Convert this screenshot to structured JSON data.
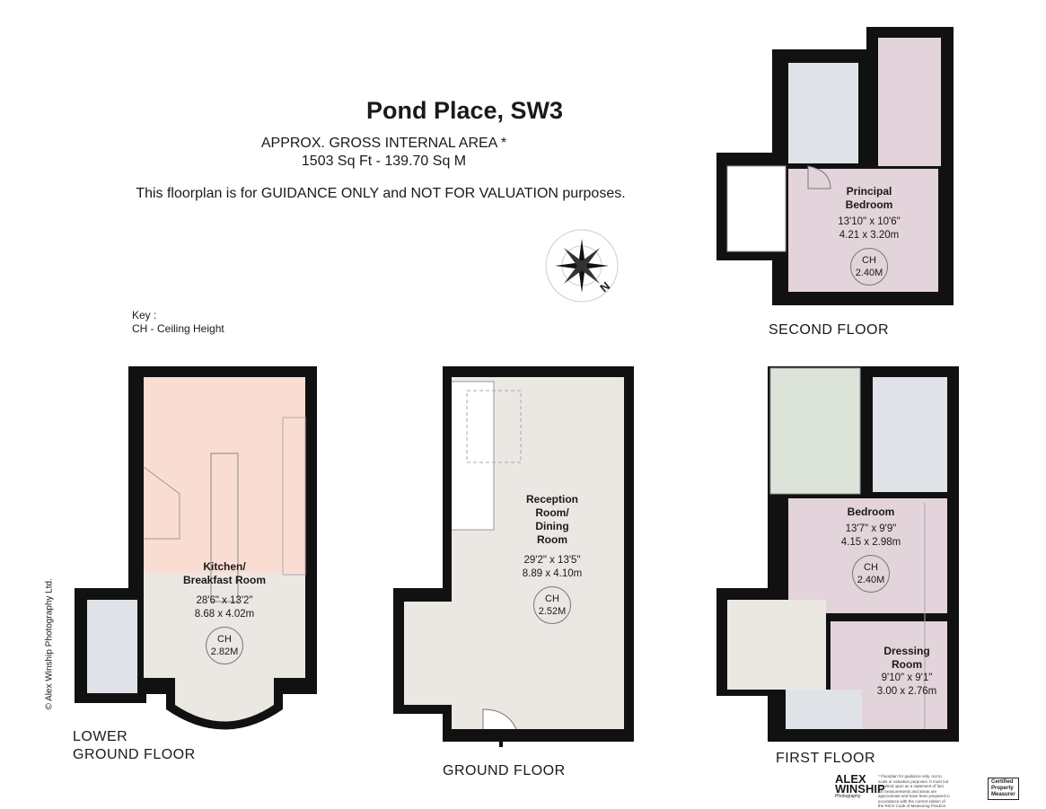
{
  "header": {
    "title": "Pond Place, SW3",
    "area_label": "APPROX. GROSS INTERNAL  AREA *",
    "area_value": "1503 Sq Ft  -  139.70 Sq M",
    "guidance": "This floorplan is for GUIDANCE ONLY and NOT FOR VALUATION purposes."
  },
  "key": {
    "title": "Key :",
    "entry": "CH - Ceiling Height"
  },
  "floors": {
    "lower_ground": "LOWER\nGROUND FLOOR",
    "ground": "GROUND FLOOR",
    "first": "FIRST FLOOR",
    "second": "SECOND FLOOR"
  },
  "rooms": {
    "kitchen": {
      "name": "Kitchen/\nBreakfast Room",
      "imperial": "28'6\" x 13'2\"",
      "metric": "8.68 x 4.02m",
      "ch": "CH",
      "ch_value": "2.82M"
    },
    "reception": {
      "name": "Reception\nRoom/\nDining\nRoom",
      "imperial": "29'2\" x 13'5\"",
      "metric": "8.89 x 4.10m",
      "ch": "CH",
      "ch_value": "2.52M"
    },
    "principal_bedroom": {
      "name": "Principal\nBedroom",
      "imperial": "13'10\" x 10'6\"",
      "metric": "4.21 x 3.20m",
      "ch": "CH",
      "ch_value": "2.40M"
    },
    "bedroom": {
      "name": "Bedroom",
      "imperial": "13'7\" x 9'9\"",
      "metric": "4.15 x 2.98m",
      "ch": "CH",
      "ch_value": "2.40M"
    },
    "dressing": {
      "name": "Dressing\nRoom",
      "imperial": "9'10\" x 9'1\"",
      "metric": "3.00 x 2.76m"
    }
  },
  "compass": {
    "icon": "compass-rose-icon",
    "north": "N"
  },
  "footer": {
    "copyright": "© Alex Winship Photography Ltd.",
    "logo": "ALEX\nWINSHIP",
    "logo_sub": "Photography",
    "disclaimer": "* Floorplan for guidance only, not to scale or valuation purposes. It must not be relied upon as a statement of fact. All measurements and areas are approximate and have been prepared in accordance with the current edition of the RICS Code of Measuring Practice.",
    "rics": "Certified\nProperty\nMeasurer"
  },
  "colors": {
    "wall": "#111111",
    "kitchen": "#f9ddd2",
    "living": "#ebe7e3",
    "bedroom": "#e3d3da",
    "bathroom": "#dfe3e8",
    "terrace": "#dce4d9"
  }
}
